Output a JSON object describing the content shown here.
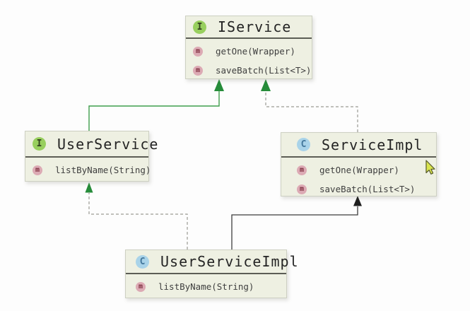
{
  "nodes": [
    {
      "id": "IService",
      "kind": "interface",
      "badge": "I",
      "title": "IService",
      "methods": [
        {
          "badge": "m",
          "signature": "getOne(Wrapper)"
        },
        {
          "badge": "m",
          "signature": "saveBatch(List<T>)"
        }
      ]
    },
    {
      "id": "UserService",
      "kind": "interface",
      "badge": "I",
      "title": "UserService",
      "methods": [
        {
          "badge": "m",
          "signature": "listByName(String)"
        }
      ]
    },
    {
      "id": "ServiceImpl",
      "kind": "class",
      "badge": "C",
      "title": "ServiceImpl",
      "methods": [
        {
          "badge": "m",
          "signature": "getOne(Wrapper)"
        },
        {
          "badge": "m",
          "signature": "saveBatch(List<T>)"
        }
      ]
    },
    {
      "id": "UserServiceImpl",
      "kind": "class",
      "badge": "C",
      "title": "UserServiceImpl",
      "methods": [
        {
          "badge": "m",
          "signature": "listByName(String)"
        }
      ]
    }
  ],
  "edges": [
    {
      "from": "UserService",
      "to": "IService",
      "relation": "extends",
      "line": "solid"
    },
    {
      "from": "ServiceImpl",
      "to": "IService",
      "relation": "implements",
      "line": "dashed"
    },
    {
      "from": "UserServiceImpl",
      "to": "UserService",
      "relation": "implements",
      "line": "dashed"
    },
    {
      "from": "UserServiceImpl",
      "to": "ServiceImpl",
      "relation": "extends",
      "line": "solid"
    }
  ],
  "colors": {
    "canvas_bg": "#fdfdfd",
    "node_fill": "#eef0e2",
    "node_border": "#cdd0c2",
    "separator": "#5c5d55",
    "interface_badge_bg": "#98cf5e",
    "class_badge_bg": "#a9d3e9",
    "method_badge_bg": "#dcaab4",
    "edge_extends_interface": "#3f9e4c",
    "edge_implements": "#9b9b94",
    "edge_extends_class": "#3d3d3d",
    "arrow_to_interface": "#268c3a",
    "arrow_to_class": "#1f1f1f",
    "cursor_fill": "#d9e44f",
    "cursor_outline": "#55592b"
  }
}
